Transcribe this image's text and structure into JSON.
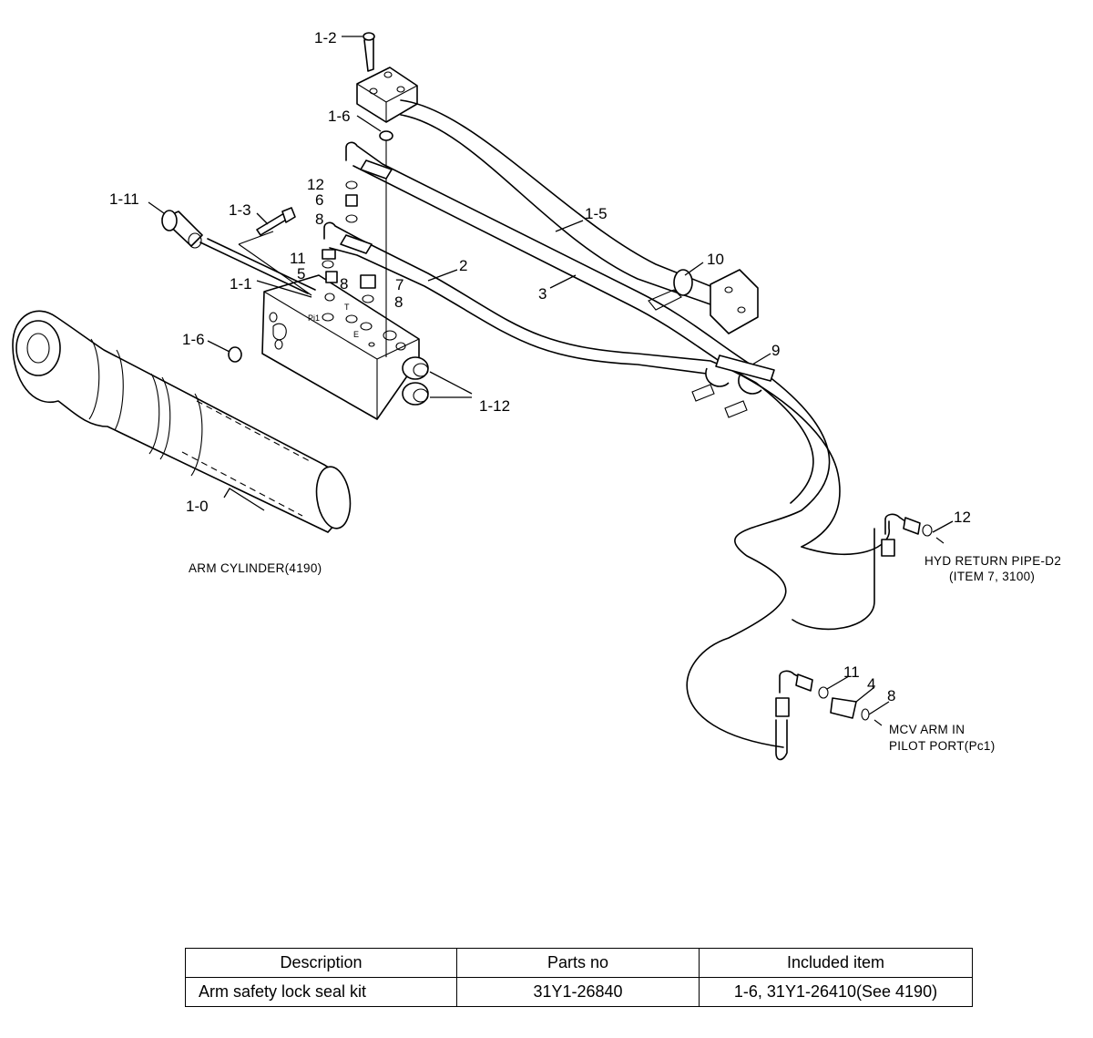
{
  "diagram": {
    "callouts": {
      "c_1_2": "1-2",
      "c_1_6_top": "1-6",
      "c_12_top": "12",
      "c_6": "6",
      "c_8_a": "8",
      "c_1_11": "1-11",
      "c_1_3": "1-3",
      "c_11_a": "11",
      "c_5": "5",
      "c_8_b": "8",
      "c_1_1": "1-1",
      "c_7": "7",
      "c_8_c": "8",
      "c_1_6_left": "1-6",
      "c_1_5": "1-5",
      "c_2": "2",
      "c_3": "3",
      "c_10": "10",
      "c_9": "9",
      "c_1_12": "1-12",
      "c_1_0": "1-0",
      "c_12_right": "12",
      "c_11_b": "11",
      "c_4": "4",
      "c_8_d": "8"
    },
    "ports": {
      "pi1": "Pi1",
      "t": "T",
      "e": "E"
    },
    "notes": {
      "arm_cylinder": "ARM CYLINDER(4190)",
      "hyd_return_1": "HYD RETURN PIPE-D2",
      "hyd_return_2": "(ITEM 7, 3100)",
      "mcv_1": "MCV ARM IN",
      "mcv_2": "PILOT PORT(Pc1)"
    }
  },
  "kit_table": {
    "headers": {
      "description": "Description",
      "parts_no": "Parts no",
      "included_item": "Included item"
    },
    "rows": [
      {
        "description": "Arm safety lock seal kit",
        "parts_no": "31Y1-26840",
        "included_item": "1-6, 31Y1-26410(See 4190)"
      }
    ]
  }
}
